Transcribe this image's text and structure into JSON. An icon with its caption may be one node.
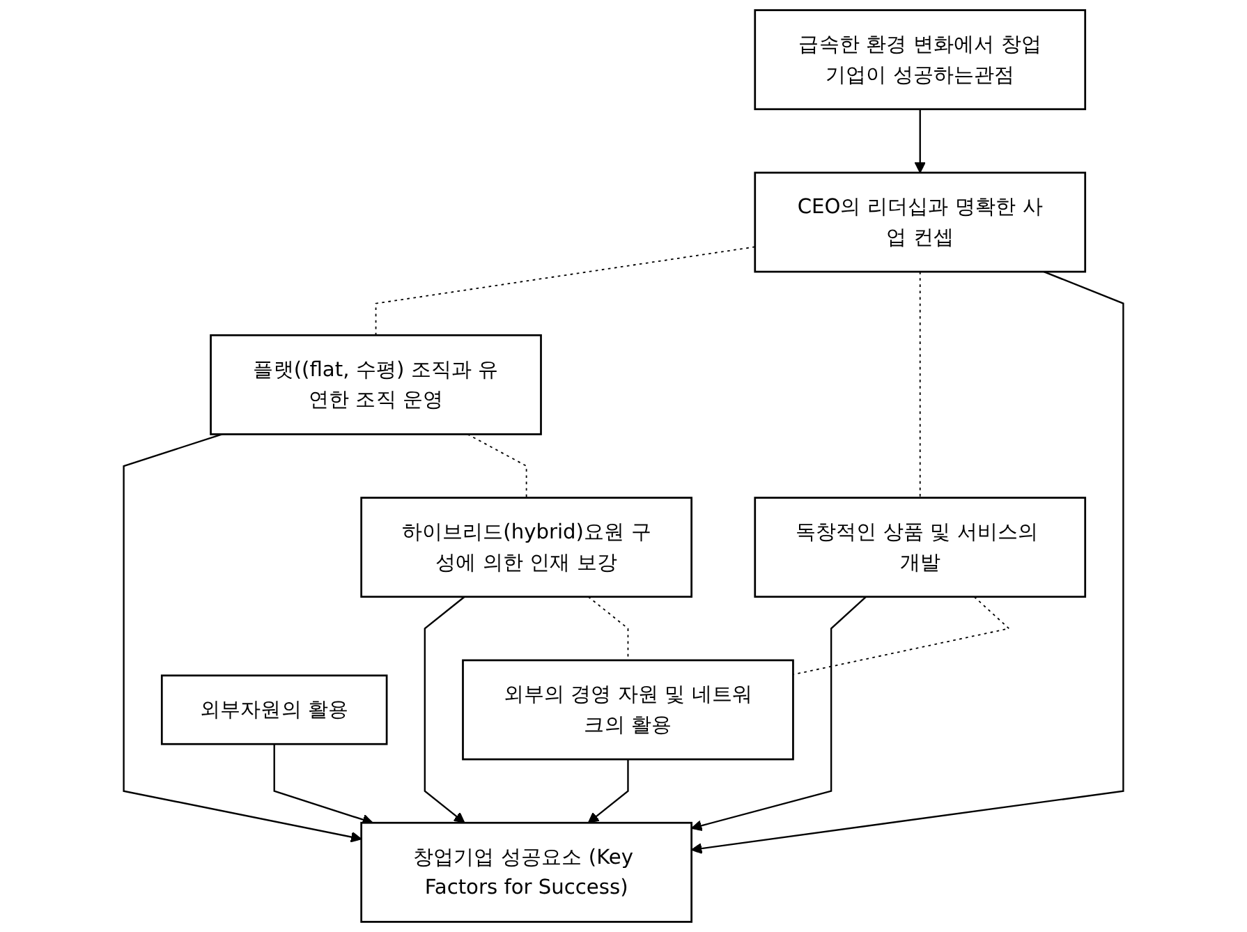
{
  "diagram": {
    "nodes": [
      {
        "text": [
          "급속한 환경 변화에서 창업기업이 성공하는관점"
        ]
      },
      {
        "text": [
          "CEO의 리더십과 명확한 사업 컨셉"
        ]
      },
      {
        "text": [
          "플랫((flat, 수평) 조직과 유연한 조직 운영"
        ]
      },
      {
        "text": [
          "독창적인 상품 및 서비스의 개발"
        ]
      },
      {
        "text": [
          "창업기업 성공요소 (Key Factors for Success)"
        ]
      },
      {
        "text": [
          "하이브리드(hybrid)요원 구성에 의한 인재 보강"
        ]
      },
      {
        "text": [
          "외부의 경영 자원 및 네트워크의 활용"
        ]
      },
      {
        "text": [
          "외부자원의 활용"
        ]
      }
    ],
    "edges": [
      {
        "from": 0,
        "to": 1,
        "arrow": "to"
      },
      {
        "from": 1,
        "to": 2,
        "arrow": "none",
        "style": "dashed"
      },
      {
        "from": 1,
        "to": 3,
        "arrow": "none",
        "style": "dashed"
      },
      {
        "from": 1,
        "to": 4,
        "arrow": "to"
      },
      {
        "from": 2,
        "to": 4,
        "arrow": "to"
      },
      {
        "from": 3,
        "to": 4,
        "arrow": "to"
      },
      {
        "from": 2,
        "to": 5,
        "arrow": "none",
        "style": "dashed"
      },
      {
        "from": 3,
        "to": 6,
        "arrow": "none",
        "style": "dashed"
      },
      {
        "from": 5,
        "to": 4,
        "arrow": "to"
      },
      {
        "from": 6,
        "to": 4,
        "arrow": "to"
      },
      {
        "from": 5,
        "to": 6,
        "arrow": "none",
        "style": "dashed"
      },
      {
        "from": 7,
        "to": 4,
        "arrow": "to"
      }
    ]
  }
}
